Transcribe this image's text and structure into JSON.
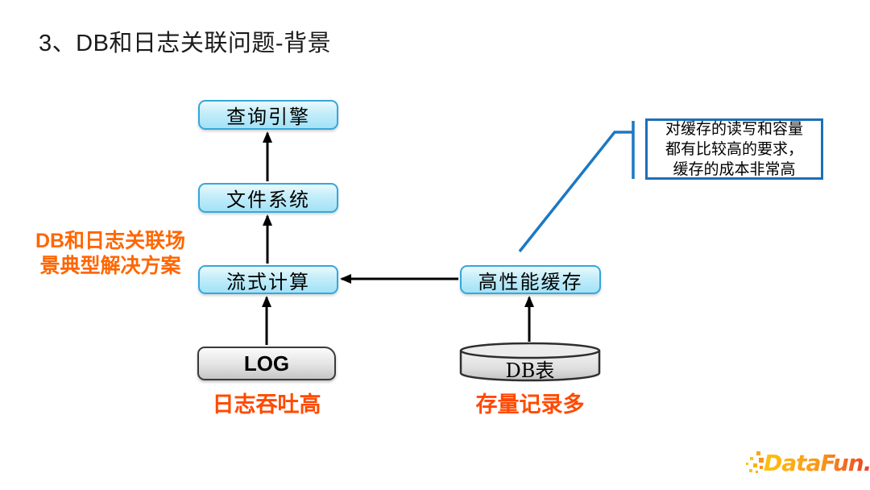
{
  "slide": {
    "title": "3、DB和日志关联问题-背景"
  },
  "diagram": {
    "nodes": {
      "query_engine": {
        "label": "查询引擎"
      },
      "file_system": {
        "label": "文件系统"
      },
      "stream_compute": {
        "label": "流式计算"
      },
      "log": {
        "label": "LOG"
      },
      "cache": {
        "label": "高性能缓存"
      },
      "db_table": {
        "label": "DB表"
      }
    },
    "side_label": {
      "line1": "DB和日志关联场",
      "line2": "景典型解决方案"
    },
    "captions": {
      "log_caption": "日志吞吐高",
      "db_caption": "存量记录多"
    },
    "callout": {
      "line1": "对缓存的读写和容量",
      "line2": "都有比较高的要求，",
      "line3": "缓存的成本非常高"
    }
  },
  "colors": {
    "node_fill_top": "#eafafd",
    "node_fill_bottom": "#a2e2f7",
    "node_border": "#35a7dc",
    "gray_node_fill": "#e3e3e3",
    "callout_border": "#1d6fb8",
    "connector_blue": "#1c78c2",
    "arrow_black": "#000000",
    "side_label_orange": "#ff6600",
    "caption_orange": "#ff4a00"
  },
  "logo": {
    "text": "DataFun."
  }
}
